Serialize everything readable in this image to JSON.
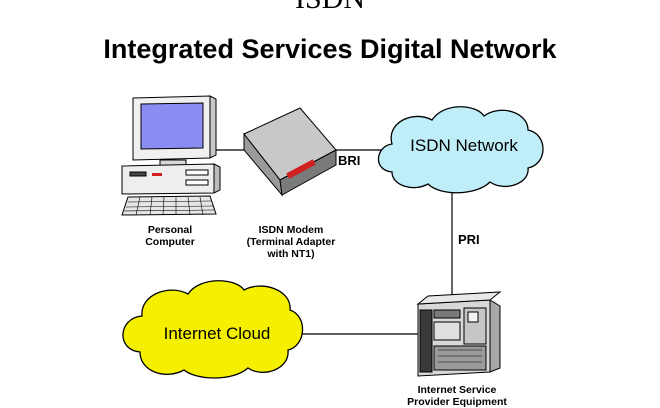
{
  "header": {
    "top_title": "ISDN",
    "title": "Integrated Services Digital Network"
  },
  "nodes": {
    "pc": {
      "label_line1": "Personal",
      "label_line2": "Computer"
    },
    "modem": {
      "label_line1": "ISDN Modem",
      "label_line2": "(Terminal Adapter",
      "label_line3": "with NT1)"
    },
    "isdn_network": {
      "label": "ISDN Network"
    },
    "internet_cloud": {
      "label": "Internet Cloud"
    },
    "isp": {
      "label_line1": "Internet Service",
      "label_line2": "Provider Equipment"
    }
  },
  "links": {
    "bri": "BRI",
    "pri": "PRI"
  },
  "colors": {
    "isdn_cloud_fill": "#bfeef8",
    "internet_cloud_fill": "#f5f000",
    "screen_fill": "#8a8cf2",
    "modem_led": "#d02020"
  }
}
